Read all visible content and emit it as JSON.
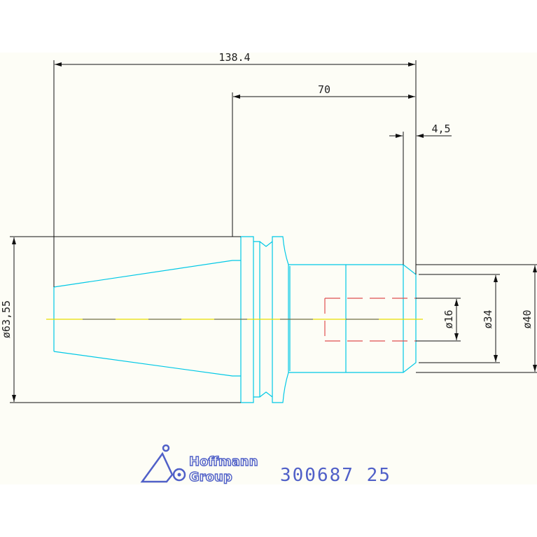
{
  "drawing": {
    "dimensions": {
      "overall_length": "138.4",
      "shank_length": "70",
      "chamfer": "4,5",
      "flange_diameter": "ø63,55",
      "bore_diameter": "ø16",
      "shank_diameter": "ø34",
      "body_diameter": "ø40"
    }
  },
  "titleblock": {
    "logo_line1": "Hoffmann",
    "logo_line2": "Group",
    "part_number": "300687 25"
  },
  "colors": {
    "part_outline": "#00c8e6",
    "hidden_lines": "#e05050",
    "center_line": "#e8e000",
    "dimension_lines": "#111111",
    "logo": "#5060c8"
  }
}
